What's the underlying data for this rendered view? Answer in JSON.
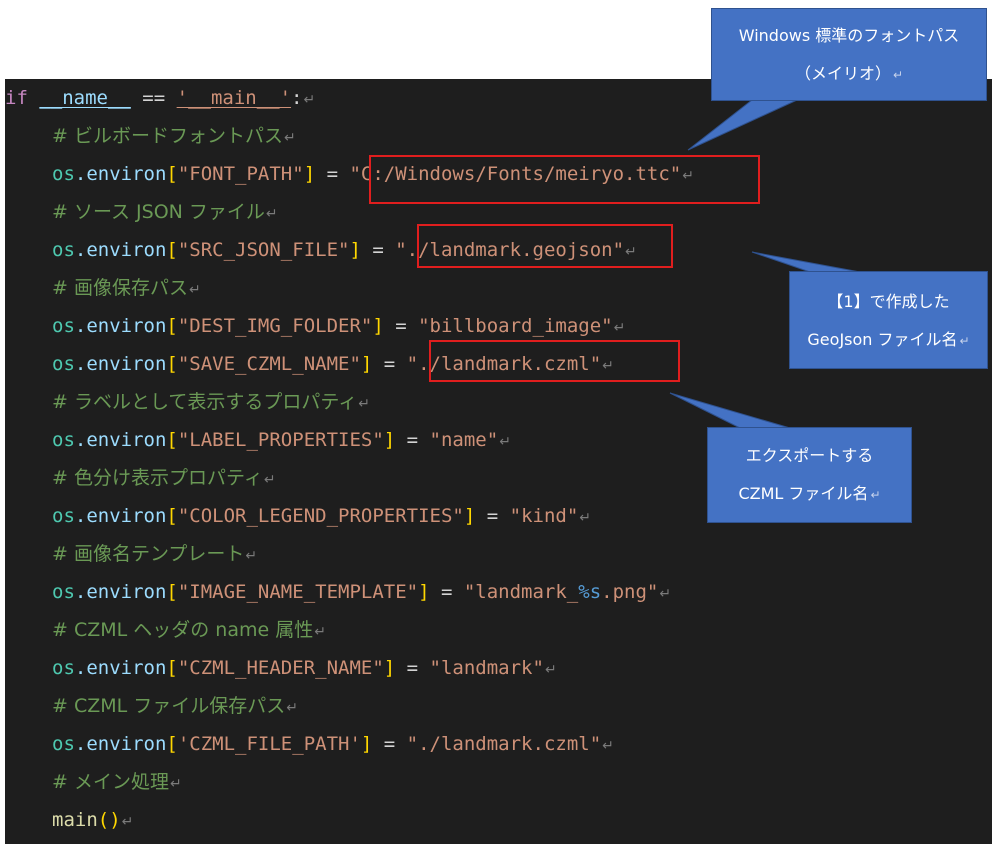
{
  "code": {
    "return_mark": "↵",
    "line1": {
      "kw": "if",
      "dunder": "__name__",
      "eq": " == ",
      "str": "'__main__'",
      "colon": ":"
    },
    "c_billboard": "# ビルボードフォントパス",
    "l_font": {
      "mod": "os",
      "attr": ".environ",
      "open": "[",
      "key": "\"FONT_PATH\"",
      "close": "]",
      "eq": " = ",
      "val": "\"C:/Windows/Fonts/meiryo.ttc\""
    },
    "c_source": "# ソース JSON ファイル",
    "l_src": {
      "mod": "os",
      "attr": ".environ",
      "open": "[",
      "key": "\"SRC_JSON_FILE\"",
      "close": "]",
      "eq": " = ",
      "val": "\"./landmark.geojson\""
    },
    "c_imgpath": "# 画像保存パス",
    "l_dest": {
      "mod": "os",
      "attr": ".environ",
      "open": "[",
      "key": "\"DEST_IMG_FOLDER\"",
      "close": "]",
      "eq": " = ",
      "val": "\"billboard_image\""
    },
    "l_save": {
      "mod": "os",
      "attr": ".environ",
      "open": "[",
      "key": "\"SAVE_CZML_NAME\"",
      "close": "]",
      "eq": " = ",
      "val": "\"./landmark.czml\""
    },
    "c_label": "# ラベルとして表示するプロパティ",
    "l_label": {
      "mod": "os",
      "attr": ".environ",
      "open": "[",
      "key": "\"LABEL_PROPERTIES\"",
      "close": "]",
      "eq": " = ",
      "val": "\"name\""
    },
    "c_color": "# 色分け表示プロパティ",
    "l_color": {
      "mod": "os",
      "attr": ".environ",
      "open": "[",
      "key": "\"COLOR_LEGEND_PROPERTIES\"",
      "close": "]",
      "eq": " = ",
      "val": "\"kind\""
    },
    "c_template": "# 画像名テンプレート",
    "l_template": {
      "mod": "os",
      "attr": ".environ",
      "open": "[",
      "key": "\"IMAGE_NAME_TEMPLATE\"",
      "close": "]",
      "eq": " = ",
      "val_a": "\"landmark_",
      "val_fmt": "%s",
      "val_b": ".png\""
    },
    "c_header": "# CZML ヘッダの name 属性",
    "l_header": {
      "mod": "os",
      "attr": ".environ",
      "open": "[",
      "key": "\"CZML_HEADER_NAME\"",
      "close": "]",
      "eq": " = ",
      "val": "\"landmark\""
    },
    "c_czmlpath": "# CZML ファイル保存パス",
    "l_filepath": {
      "mod": "os",
      "attr": ".environ",
      "open": "[",
      "key": "'CZML_FILE_PATH'",
      "close": "]",
      "eq": " = ",
      "val": "\"./landmark.czml\""
    },
    "c_main": "# メイン処理",
    "l_main": {
      "fn": "main",
      "parens": "()"
    }
  },
  "callouts": {
    "font": {
      "line1": "Windows 標準のフォントパス",
      "line2": "（メイリオ）"
    },
    "geojson": {
      "line1": "【1】で作成した",
      "line2": "GeoJson ファイル名"
    },
    "export": {
      "line1": "エクスポートする",
      "line2": "CZML ファイル名"
    }
  },
  "colors": {
    "editor_bg": "#1e1e1e",
    "keyword": "#c586c0",
    "string": "#ce9178",
    "module": "#4ec9b0",
    "attribute": "#9cdcfe",
    "function": "#dcdcaa",
    "bracket": "#ffd700",
    "comment": "#6a9955",
    "callout_fill": "#4472c4",
    "highlight_box": "#e01e1e"
  }
}
